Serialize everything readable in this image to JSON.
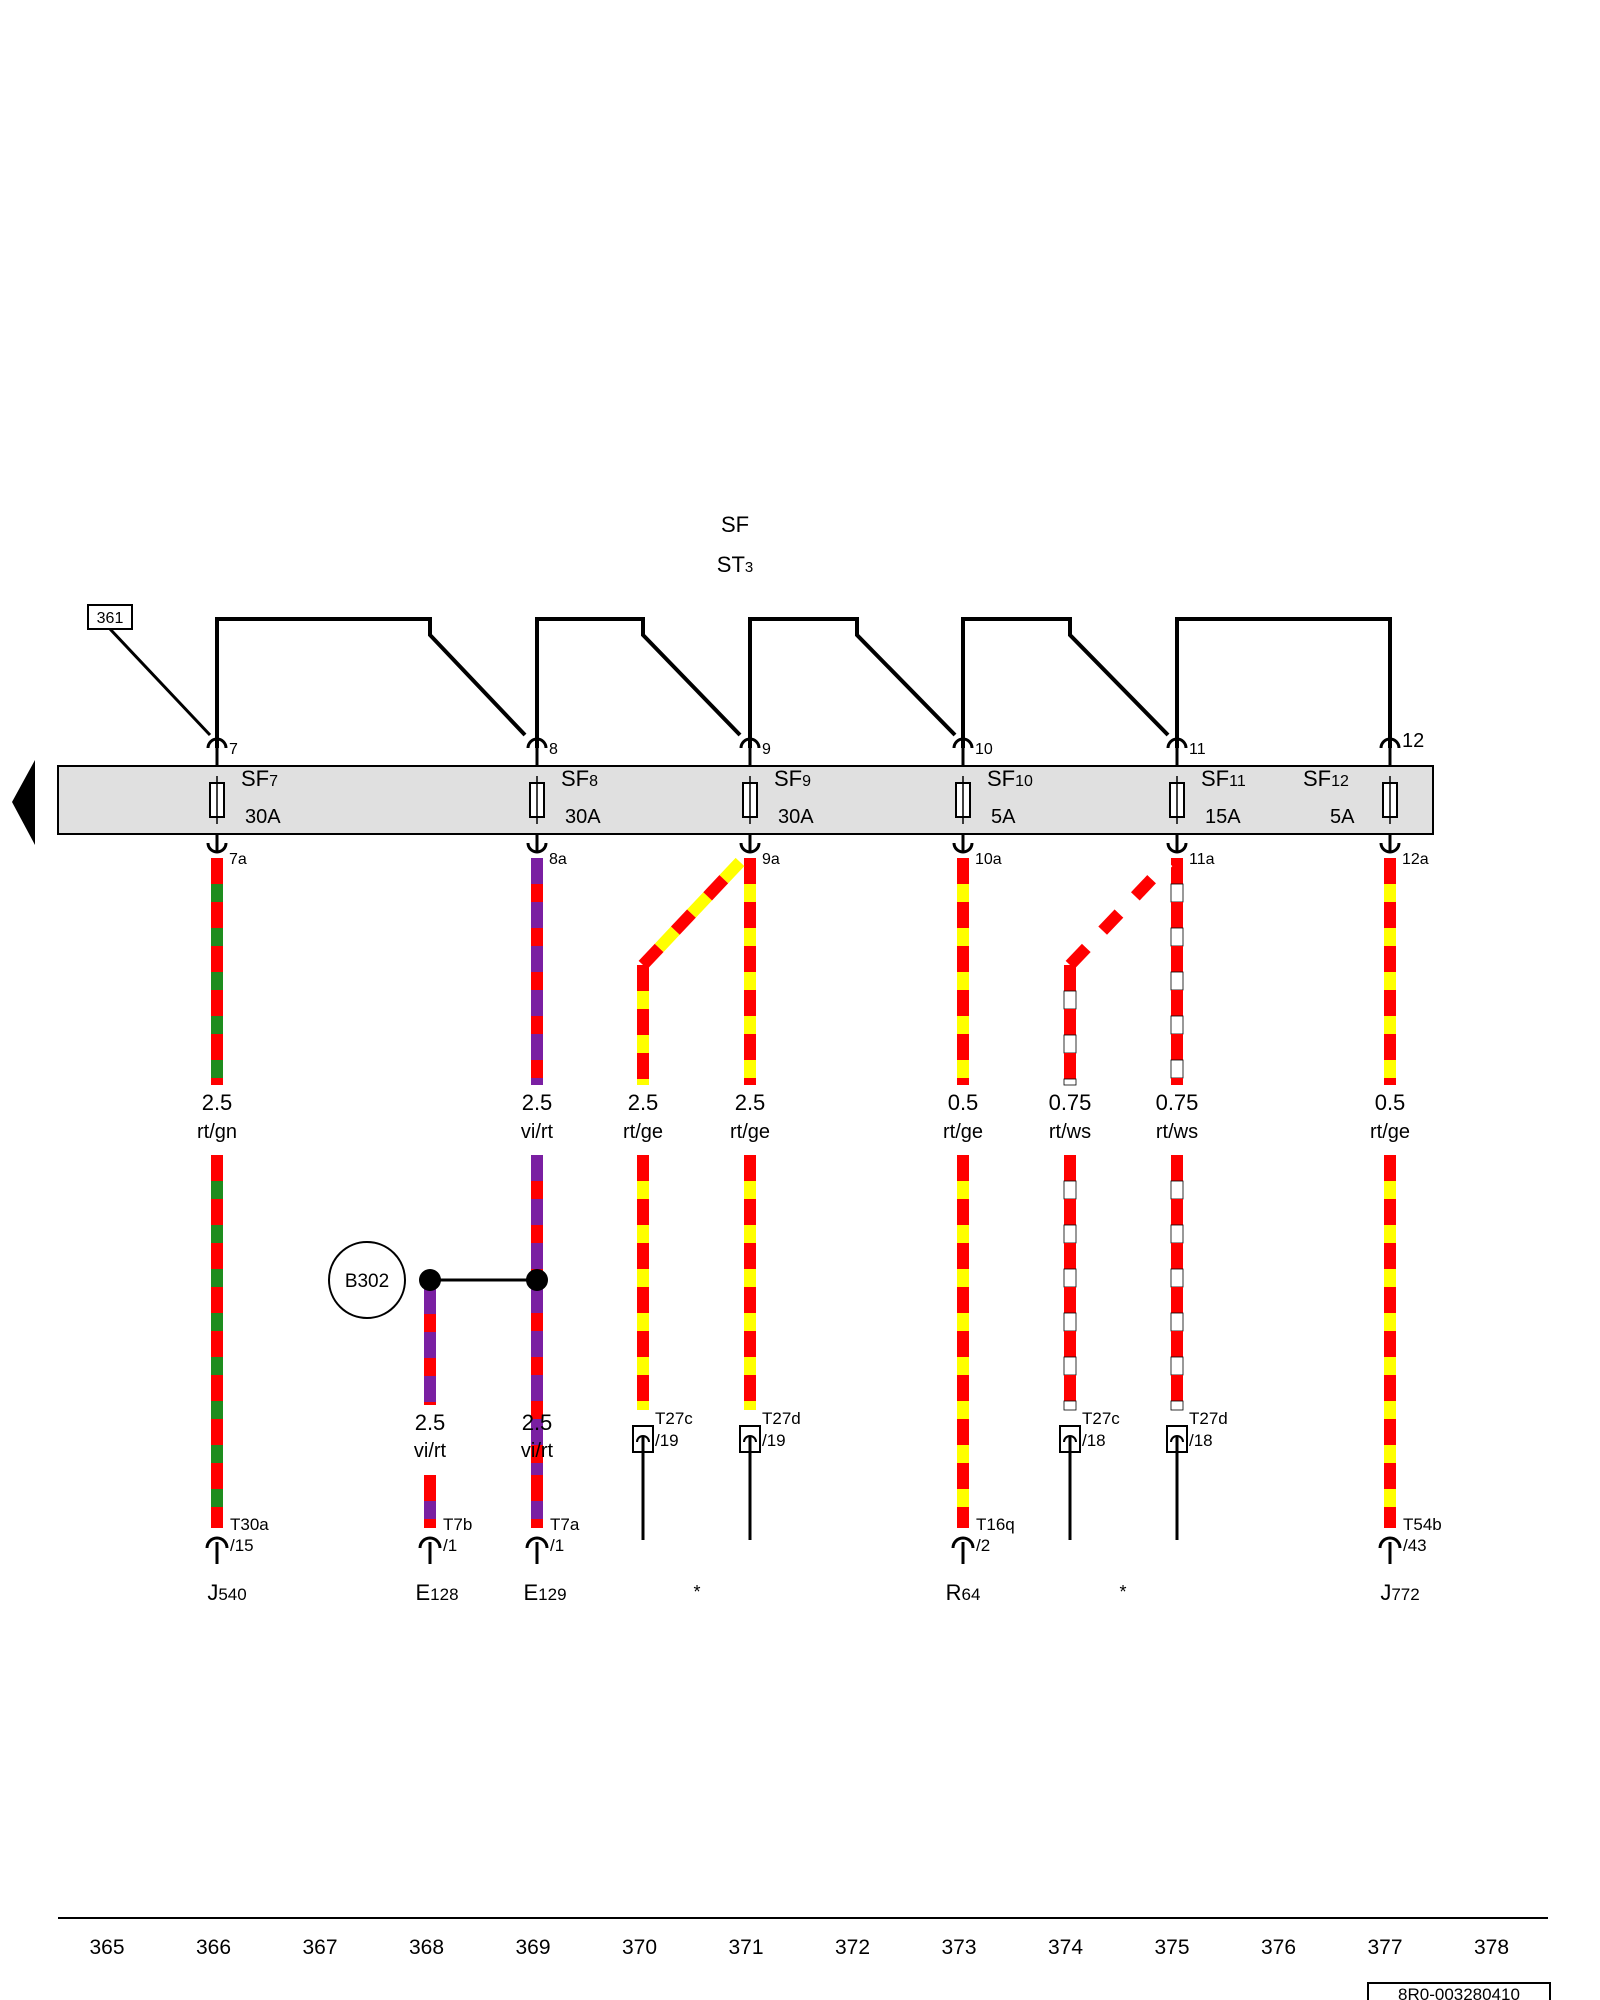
{
  "header": {
    "box_line1": "SF",
    "box_line2": "ST",
    "box_line2_sub": "3"
  },
  "ref_box": "361",
  "colors": {
    "rt": "#ff0000",
    "gn": "#1e8c1e",
    "vi": "#7a1fa2",
    "ge": "#ffff00",
    "ws": "#ffffff",
    "bar_fill": "#e0e0e0",
    "line": "#000000"
  },
  "fuses": [
    {
      "slot": "7",
      "bottom_pin": "7a",
      "name": "SF",
      "num": "7",
      "rating": "30A"
    },
    {
      "slot": "8",
      "bottom_pin": "8a",
      "name": "SF",
      "num": "8",
      "rating": "30A"
    },
    {
      "slot": "9",
      "bottom_pin": "9a",
      "name": "SF",
      "num": "9",
      "rating": "30A"
    },
    {
      "slot": "10",
      "bottom_pin": "10a",
      "name": "SF",
      "num": "10",
      "rating": "5A"
    },
    {
      "slot": "11",
      "bottom_pin": "11a",
      "name": "SF",
      "num": "11",
      "rating": "15A"
    },
    {
      "slot": "12",
      "bottom_pin": "12a",
      "name": "SF",
      "num": "12",
      "rating": "5A"
    }
  ],
  "wires": [
    {
      "size": "2.5",
      "color": "rt/gn",
      "stripe": [
        "rt",
        "gn"
      ]
    },
    {
      "size": "2.5",
      "color": "vi/rt",
      "stripe": [
        "vi",
        "rt"
      ]
    },
    {
      "size": "2.5",
      "color": "rt/ge",
      "stripe": [
        "rt",
        "ge"
      ]
    },
    {
      "size": "2.5",
      "color": "rt/ge",
      "stripe": [
        "rt",
        "ge"
      ]
    },
    {
      "size": "0.5",
      "color": "rt/ge",
      "stripe": [
        "rt",
        "ge"
      ]
    },
    {
      "size": "0.75",
      "color": "rt/ws",
      "stripe": [
        "rt",
        "ws"
      ]
    },
    {
      "size": "0.75",
      "color": "rt/ws",
      "stripe": [
        "rt",
        "ws"
      ]
    },
    {
      "size": "0.5",
      "color": "rt/ge",
      "stripe": [
        "rt",
        "ge"
      ]
    }
  ],
  "branch_wires": [
    {
      "size": "2.5",
      "color": "vi/rt"
    },
    {
      "size": "2.5",
      "color": "vi/rt"
    }
  ],
  "ground_point": "B302",
  "connectors": [
    {
      "conn": "T30a",
      "pin": "15"
    },
    {
      "conn": "T7b",
      "pin": "1"
    },
    {
      "conn": "T7a",
      "pin": "1"
    },
    {
      "conn": "T27c",
      "pin": "19"
    },
    {
      "conn": "T27d",
      "pin": "19"
    },
    {
      "conn": "T16q",
      "pin": "2"
    },
    {
      "conn": "T27c",
      "pin": "18"
    },
    {
      "conn": "T27d",
      "pin": "18"
    },
    {
      "conn": "T54b",
      "pin": "43"
    }
  ],
  "components": [
    {
      "letter": "J",
      "num": "540"
    },
    {
      "letter": "E",
      "num": "128"
    },
    {
      "letter": "E",
      "num": "129"
    },
    {
      "letter": "R",
      "num": "64"
    },
    {
      "letter": "J",
      "num": "772"
    }
  ],
  "asterisks": [
    "*",
    "*"
  ],
  "ruler": [
    "365",
    "366",
    "367",
    "368",
    "369",
    "370",
    "371",
    "372",
    "373",
    "374",
    "375",
    "376",
    "377",
    "378"
  ],
  "doc_number": "8R0-003280410"
}
